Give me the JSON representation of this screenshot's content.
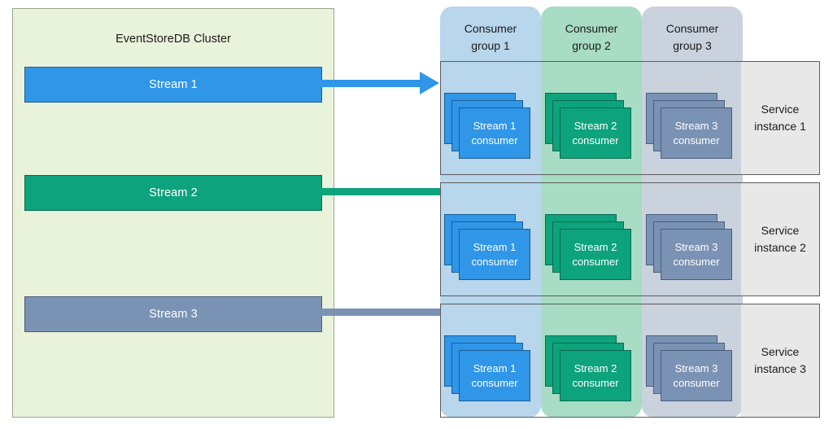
{
  "cluster": {
    "title": "EventStoreDB Cluster",
    "streams": [
      {
        "label": "Stream 1",
        "color": "#2f96e8"
      },
      {
        "label": "Stream 2",
        "color": "#0da37c"
      },
      {
        "label": "Stream 3",
        "color": "#7a92b4"
      }
    ]
  },
  "arrows": [
    {
      "name": "stream-1-arrow",
      "color": "#2f96e8"
    },
    {
      "name": "stream-2-arrow",
      "color": "#0da37c"
    },
    {
      "name": "stream-3-arrow",
      "color": "#7a92b4"
    }
  ],
  "consumer_groups": [
    {
      "label": "Consumer group 1",
      "line1": "Consumer",
      "line2": "group 1",
      "color": "#b8d6ec"
    },
    {
      "label": "Consumer group 2",
      "line1": "Consumer",
      "line2": "group 2",
      "color": "#a8dcc4"
    },
    {
      "label": "Consumer group 3",
      "line1": "Consumer",
      "line2": "group 3",
      "color": "#c9d2dd"
    }
  ],
  "service_instances": [
    {
      "line1": "Service",
      "line2": "instance 1",
      "consumers": [
        {
          "line1": "Stream 1",
          "line2": "consumer",
          "color": "#2f96e8"
        },
        {
          "line1": "Stream 2",
          "line2": "consumer",
          "color": "#0da37c"
        },
        {
          "line1": "Stream 3",
          "line2": "consumer",
          "color": "#7a92b4"
        }
      ]
    },
    {
      "line1": "Service",
      "line2": "instance 2",
      "consumers": [
        {
          "line1": "Stream 1",
          "line2": "consumer",
          "color": "#2f96e8"
        },
        {
          "line1": "Stream 2",
          "line2": "consumer",
          "color": "#0da37c"
        },
        {
          "line1": "Stream 3",
          "line2": "consumer",
          "color": "#7a92b4"
        }
      ]
    },
    {
      "line1": "Service",
      "line2": "instance 3",
      "consumers": [
        {
          "line1": "Stream 1",
          "line2": "consumer",
          "color": "#2f96e8"
        },
        {
          "line1": "Stream 2",
          "line2": "consumer",
          "color": "#0da37c"
        },
        {
          "line1": "Stream 3",
          "line2": "consumer",
          "color": "#7a92b4"
        }
      ]
    }
  ]
}
